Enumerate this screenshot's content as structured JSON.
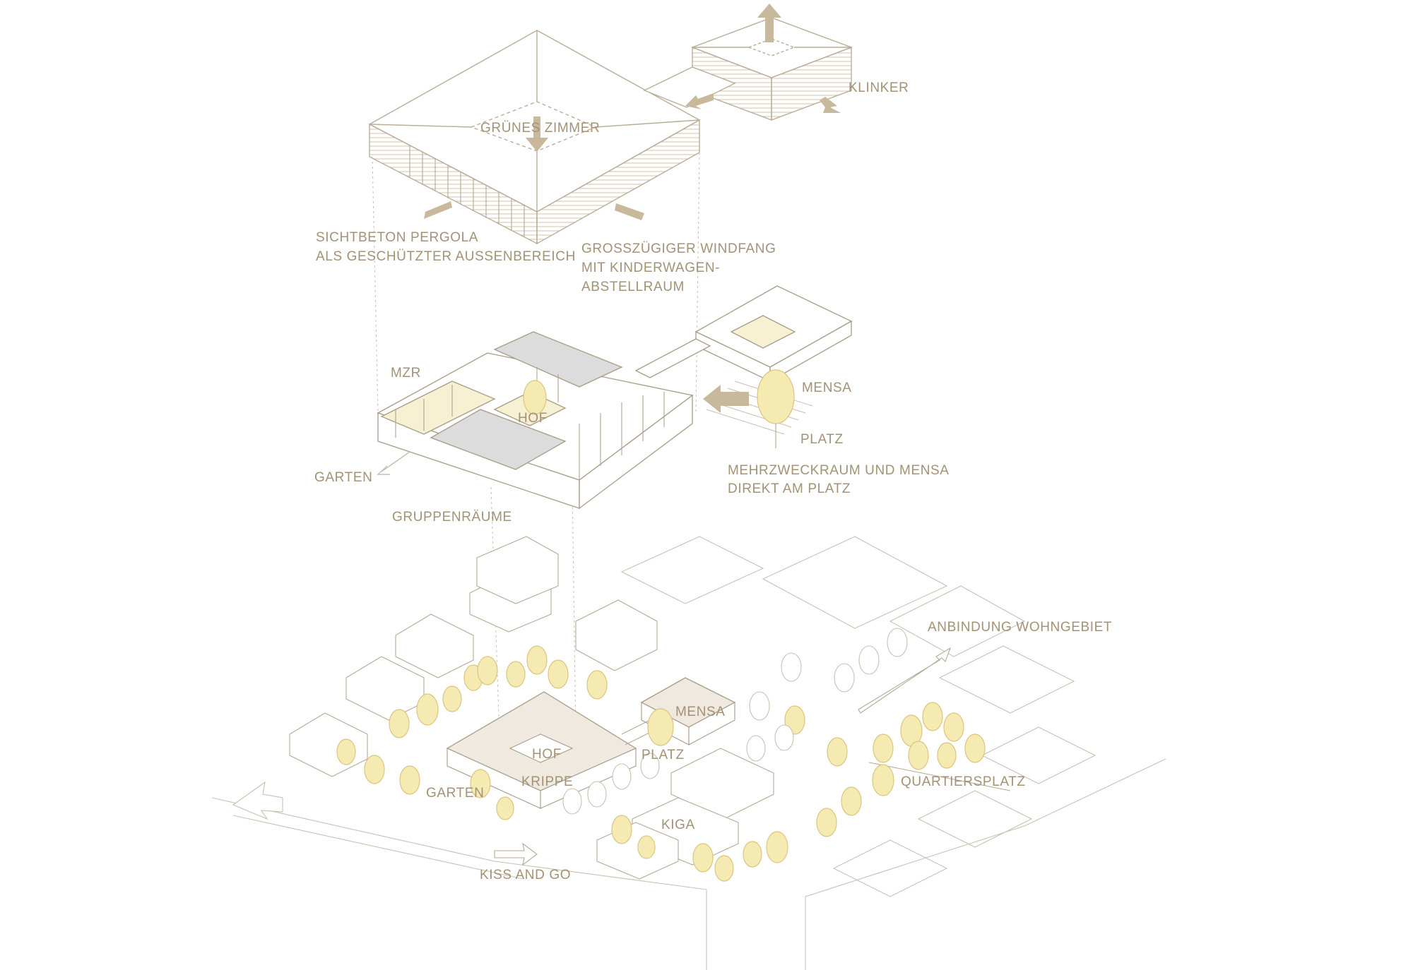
{
  "labels": {
    "gruenes_zimmer": "GRÜNES ZIMMER",
    "klinker": "KLINKER",
    "pergola_line1": "SICHTBETON PERGOLA",
    "pergola_line2": "ALS GESCHÜTZTER AUSSENBEREICH",
    "windfang_line1": "GROSSZÜGIGER WINDFANG",
    "windfang_line2": "MIT KINDERWAGEN-",
    "windfang_line3": "ABSTELLRAUM",
    "mzr": "MZR",
    "hof_upper": "HOF",
    "mensa_upper": "MENSA",
    "platz_upper": "PLATZ",
    "garten_upper": "GARTEN",
    "mehrzweck_line1": "MEHRZWECKRAUM UND MENSA",
    "mehrzweck_line2": "DIREKT AM PLATZ",
    "gruppenraeume": "GRUPPENRÄUME",
    "anbindung": "ANBINDUNG WOHNGEBIET",
    "mensa_site": "MENSA",
    "hof_site": "HOF",
    "platz_site": "PLATZ",
    "krippe": "KRIPPE",
    "quartiersplatz": "QUARTIERSPLATZ",
    "garten_site": "GARTEN",
    "kiga": "KIGA",
    "kiss_and_go": "KISS AND GO"
  },
  "colors": {
    "line": "#b9ad97",
    "line_light": "#d4ccbd",
    "text": "#a39275",
    "arrow": "#c8b89c",
    "tree_fill": "#f6eab3",
    "tree_stroke": "#d9c57e",
    "gray_fill": "#dcdcdc",
    "yellow_floor": "#f7f0d2"
  }
}
